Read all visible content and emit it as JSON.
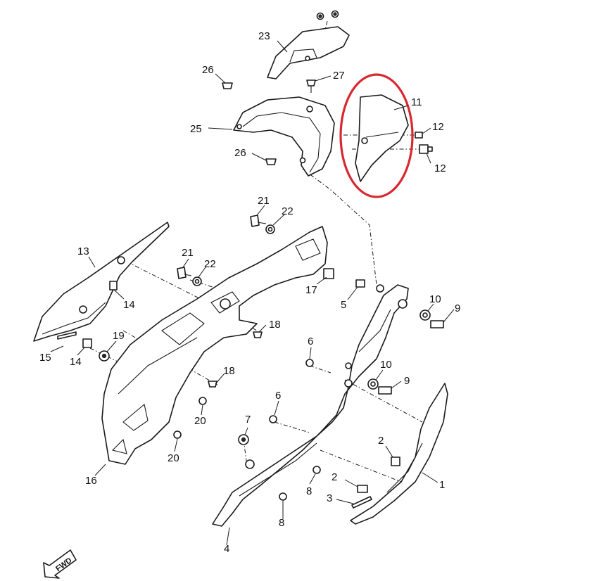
{
  "labels": {
    "p1": "1",
    "p2a": "2",
    "p2b": "2",
    "p3": "3",
    "p4": "4",
    "p5": "5",
    "p6a": "6",
    "p6b": "6",
    "p7": "7",
    "p8a": "8",
    "p8b": "8",
    "p9a": "9",
    "p9b": "9",
    "p10a": "10",
    "p10b": "10",
    "p11": "11",
    "p12a": "12",
    "p12b": "12",
    "p13": "13",
    "p14a": "14",
    "p14b": "14",
    "p15": "15",
    "p16": "16",
    "p17": "17",
    "p18a": "18",
    "p18b": "18",
    "p19": "19",
    "p20a": "20",
    "p20b": "20",
    "p21a": "21",
    "p21b": "21",
    "p22a": "22",
    "p22b": "22",
    "p23": "23",
    "p25": "25",
    "p26a": "26",
    "p26b": "26",
    "p27": "27"
  },
  "fwd_label": "FWD",
  "colors": {
    "highlight": "#d9282f",
    "ink": "#1a1a1a"
  },
  "icons": {
    "fwd_arrow": "fwd-arrow-icon"
  }
}
